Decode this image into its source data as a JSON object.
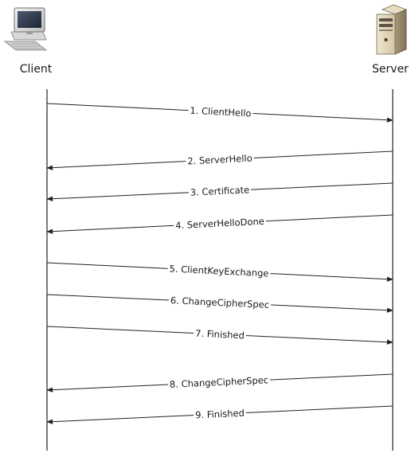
{
  "actors": {
    "client": {
      "label": "Client",
      "icon": "desktop-computer-icon"
    },
    "server": {
      "label": "Server",
      "icon": "server-tower-icon"
    }
  },
  "messages": [
    {
      "label": "1. ClientHello",
      "from": "client",
      "to": "server"
    },
    {
      "label": "2. ServerHello",
      "from": "server",
      "to": "client"
    },
    {
      "label": "3. Certificate",
      "from": "server",
      "to": "client"
    },
    {
      "label": "4. ServerHelloDone",
      "from": "server",
      "to": "client"
    },
    {
      "label": "5. ClientKeyExchange",
      "from": "client",
      "to": "server"
    },
    {
      "label": "6. ChangeCipherSpec",
      "from": "client",
      "to": "server"
    },
    {
      "label": "7. Finished",
      "from": "client",
      "to": "server"
    },
    {
      "label": "8. ChangeCipherSpec",
      "from": "server",
      "to": "client"
    },
    {
      "label": "9. Finished",
      "from": "server",
      "to": "client"
    }
  ],
  "colors": {
    "line": "#222222",
    "text": "#1a1a1a"
  }
}
